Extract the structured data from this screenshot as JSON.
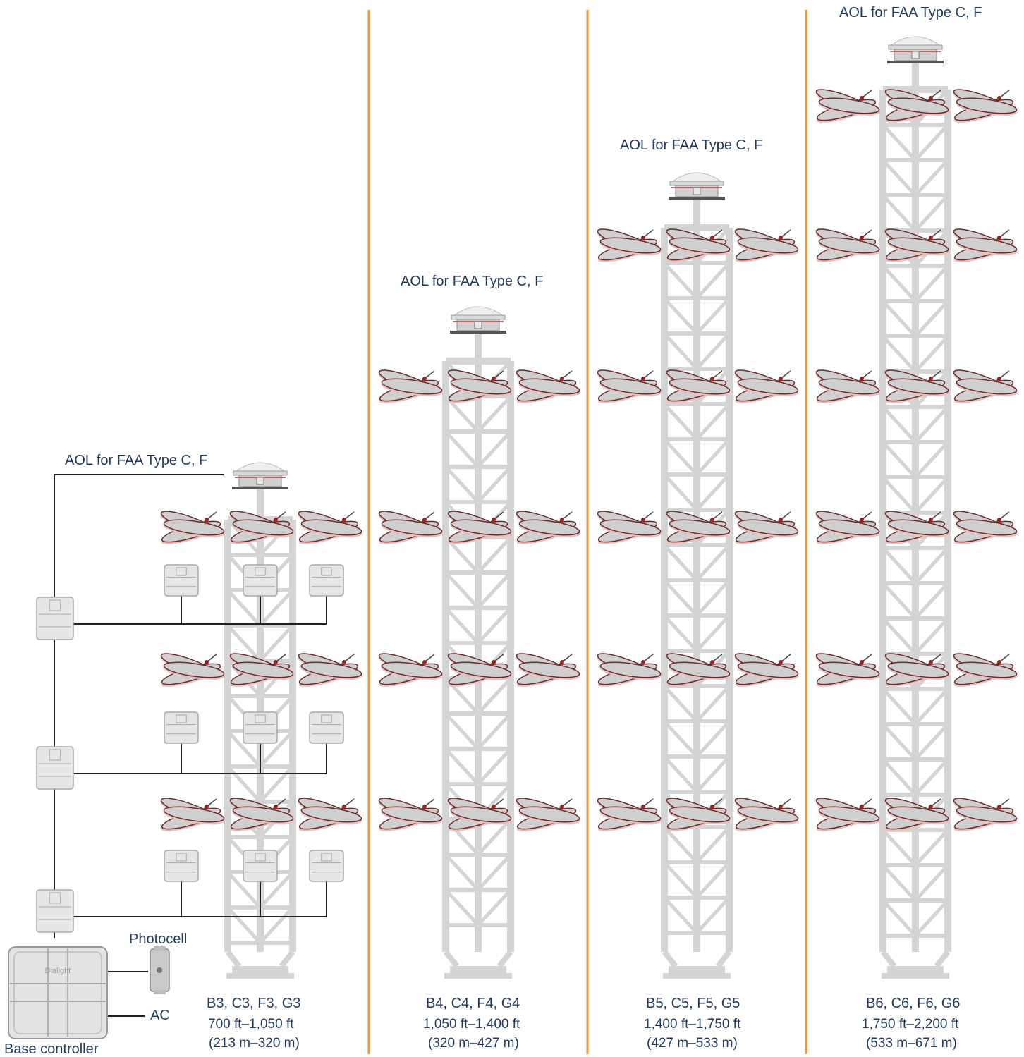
{
  "colors": {
    "tower": "#d4d4d4",
    "tower_edge": "#c4c4c4",
    "divider": "#f0962e",
    "text": "#1f3a5f",
    "wire": "#222222",
    "device": "#e6e6e6",
    "device_edge": "#a8a8a8",
    "light_body": "#cfcfcf",
    "light_rim": "#6b2b2b",
    "light_glow": "#e8c0c0"
  },
  "icons": {
    "aol": "aol-beacon-icon",
    "marker": "side-marker-light-icon",
    "controller": "node-controller-icon",
    "base": "base-controller-icon",
    "photocell": "photocell-icon"
  },
  "towers": [
    {
      "id": "tower-1",
      "aol_label": "AOL for FAA Type C, F",
      "models": "B3, C3, F3, G3",
      "range_ft": "700 ft–1,050 ft",
      "range_m": "(213 m–320 m)",
      "marker_levels": 3,
      "show_wiring": true
    },
    {
      "id": "tower-2",
      "aol_label": "AOL for FAA Type C, F",
      "models": "B4, C4, F4, G4",
      "range_ft": "1,050 ft–1,400 ft",
      "range_m": "(320 m–427 m)",
      "marker_levels": 4,
      "show_wiring": false
    },
    {
      "id": "tower-3",
      "aol_label": "AOL for FAA Type C, F",
      "models": "B5, C5, F5, G5",
      "range_ft": "1,400 ft–1,750 ft",
      "range_m": "(427 m–533 m)",
      "marker_levels": 5,
      "show_wiring": false
    },
    {
      "id": "tower-4",
      "aol_label": "AOL for FAA Type C, F",
      "models": "B6, C6, F6, G6",
      "range_ft": "1,750 ft–2,200 ft",
      "range_m": "(533 m–671 m)",
      "marker_levels": 6,
      "show_wiring": false
    }
  ],
  "wiring": {
    "photocell_label": "Photocell",
    "ac_label": "AC",
    "base_controller_label": "Base controller",
    "base_brand": "Dialight"
  }
}
